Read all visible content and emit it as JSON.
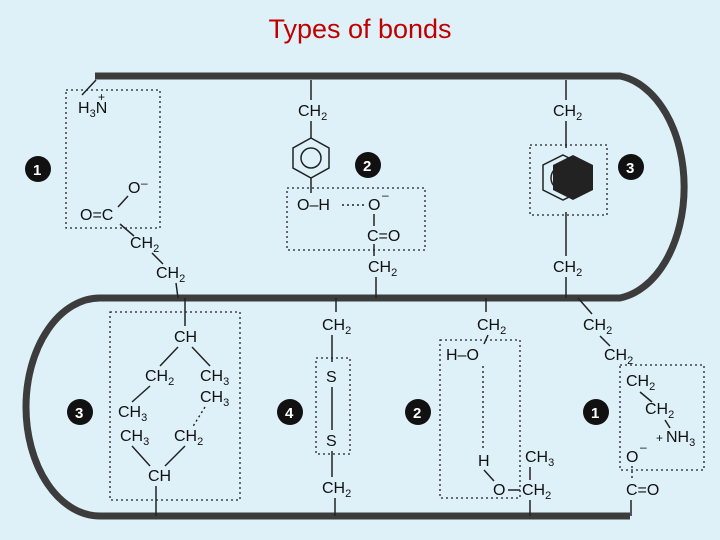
{
  "title": "Types of bonds",
  "badges": {
    "one": "1",
    "two": "2",
    "three": "3",
    "four": "4"
  },
  "text": {
    "h3n_H": "H",
    "h3n_3": "3",
    "h3n_N": "N",
    "plus": "+",
    "ch2_main": "CH",
    "sub2": "2",
    "sub3": "3",
    "o": "O",
    "o_minus": "O",
    "minus": "–",
    "c": "C",
    "oc_eq": "O=C",
    "c_eq_o": "C=O",
    "h": "H",
    "s": "S",
    "ch": "CH",
    "nh3": "NH",
    "oh_hyphen": "H–O",
    "o_h": "O–H"
  }
}
